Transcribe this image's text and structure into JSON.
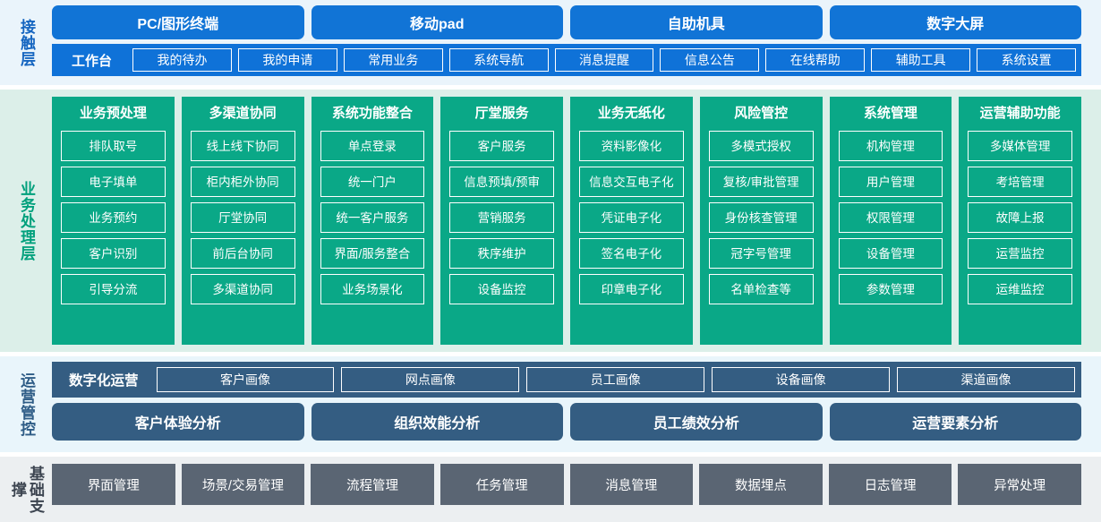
{
  "colors": {
    "contact_bg": "#eaf4fb",
    "contact_accent": "#1174d6",
    "business_bg": "#dcefe9",
    "business_accent": "#0aa887",
    "ops_bg": "#e9f5fb",
    "ops_accent": "#345d82",
    "base_bg": "#eceff1",
    "base_accent": "#5a6573"
  },
  "contact_layer": {
    "label": "接触层",
    "channels": [
      "PC/图形终端",
      "移动pad",
      "自助机具",
      "数字大屏"
    ],
    "worktop_title": "工作台",
    "worktop_items": [
      "我的待办",
      "我的申请",
      "常用业务",
      "系统导航",
      "消息提醒",
      "信息公告",
      "在线帮助",
      "辅助工具",
      "系统设置"
    ]
  },
  "business_layer": {
    "label": "业务处理层",
    "columns": [
      {
        "title": "业务预处理",
        "items": [
          "排队取号",
          "电子填单",
          "业务预约",
          "客户识别",
          "引导分流"
        ]
      },
      {
        "title": "多渠道协同",
        "items": [
          "线上线下协同",
          "柜内柜外协同",
          "厅堂协同",
          "前后台协同",
          "多渠道协同"
        ]
      },
      {
        "title": "系统功能整合",
        "items": [
          "单点登录",
          "统一门户",
          "统一客户服务",
          "界面/服务整合",
          "业务场景化"
        ]
      },
      {
        "title": "厅堂服务",
        "items": [
          "客户服务",
          "信息预填/预审",
          "营销服务",
          "秩序维护",
          "设备监控"
        ]
      },
      {
        "title": "业务无纸化",
        "items": [
          "资料影像化",
          "信息交互电子化",
          "凭证电子化",
          "签名电子化",
          "印章电子化"
        ]
      },
      {
        "title": "风险管控",
        "items": [
          "多模式授权",
          "复核/审批管理",
          "身份核查管理",
          "冠字号管理",
          "名单检查等"
        ]
      },
      {
        "title": "系统管理",
        "items": [
          "机构管理",
          "用户管理",
          "权限管理",
          "设备管理",
          "参数管理"
        ]
      },
      {
        "title": "运营辅助功能",
        "items": [
          "多媒体管理",
          "考培管理",
          "故障上报",
          "运营监控",
          "运维监控"
        ]
      }
    ]
  },
  "ops_layer": {
    "label": "运营管控",
    "digital_ops_title": "数字化运营",
    "portrait_items": [
      "客户画像",
      "网点画像",
      "员工画像",
      "设备画像",
      "渠道画像"
    ],
    "analysis_items": [
      "客户体验分析",
      "组织效能分析",
      "员工绩效分析",
      "运营要素分析"
    ]
  },
  "base_layer": {
    "label": "基础支撑",
    "items": [
      "界面管理",
      "场景/交易管理",
      "流程管理",
      "任务管理",
      "消息管理",
      "数据埋点",
      "日志管理",
      "异常处理"
    ]
  }
}
